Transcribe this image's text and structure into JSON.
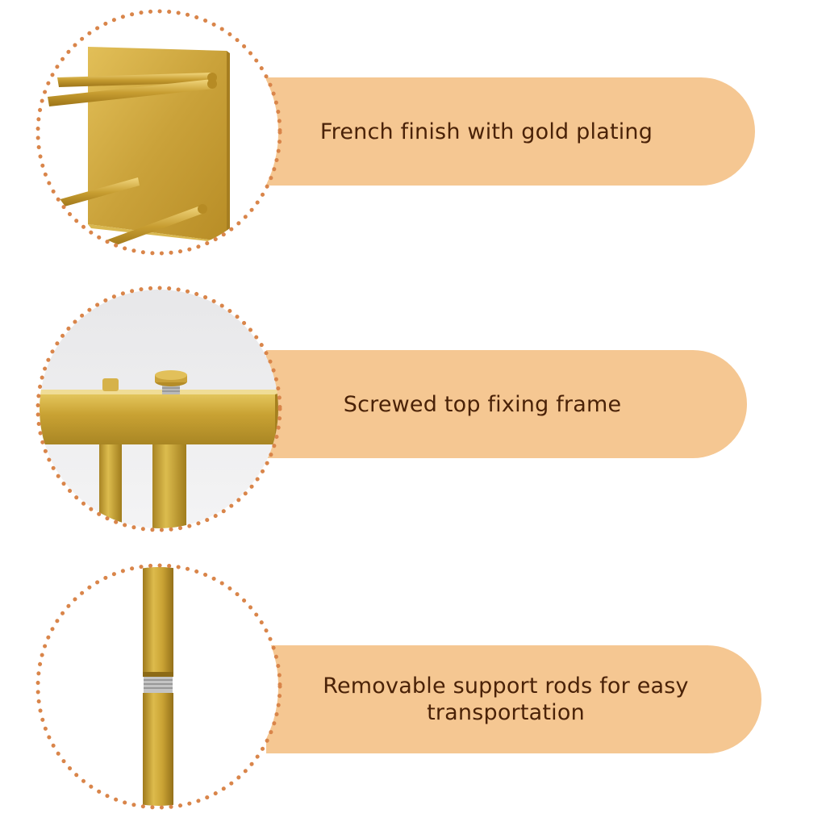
{
  "features": [
    {
      "text": "French finish with gold plating",
      "icon": "gold-table-underside-image"
    },
    {
      "text": "Screwed top fixing frame",
      "icon": "screw-frame-closeup-image"
    },
    {
      "text": "Removable support rods for easy\ntransportation",
      "icon": "support-rod-joint-image"
    }
  ],
  "colors": {
    "pill": "#f5c792",
    "text": "#4a2208",
    "dots": "#d9854a",
    "gold": "#c9a233"
  }
}
